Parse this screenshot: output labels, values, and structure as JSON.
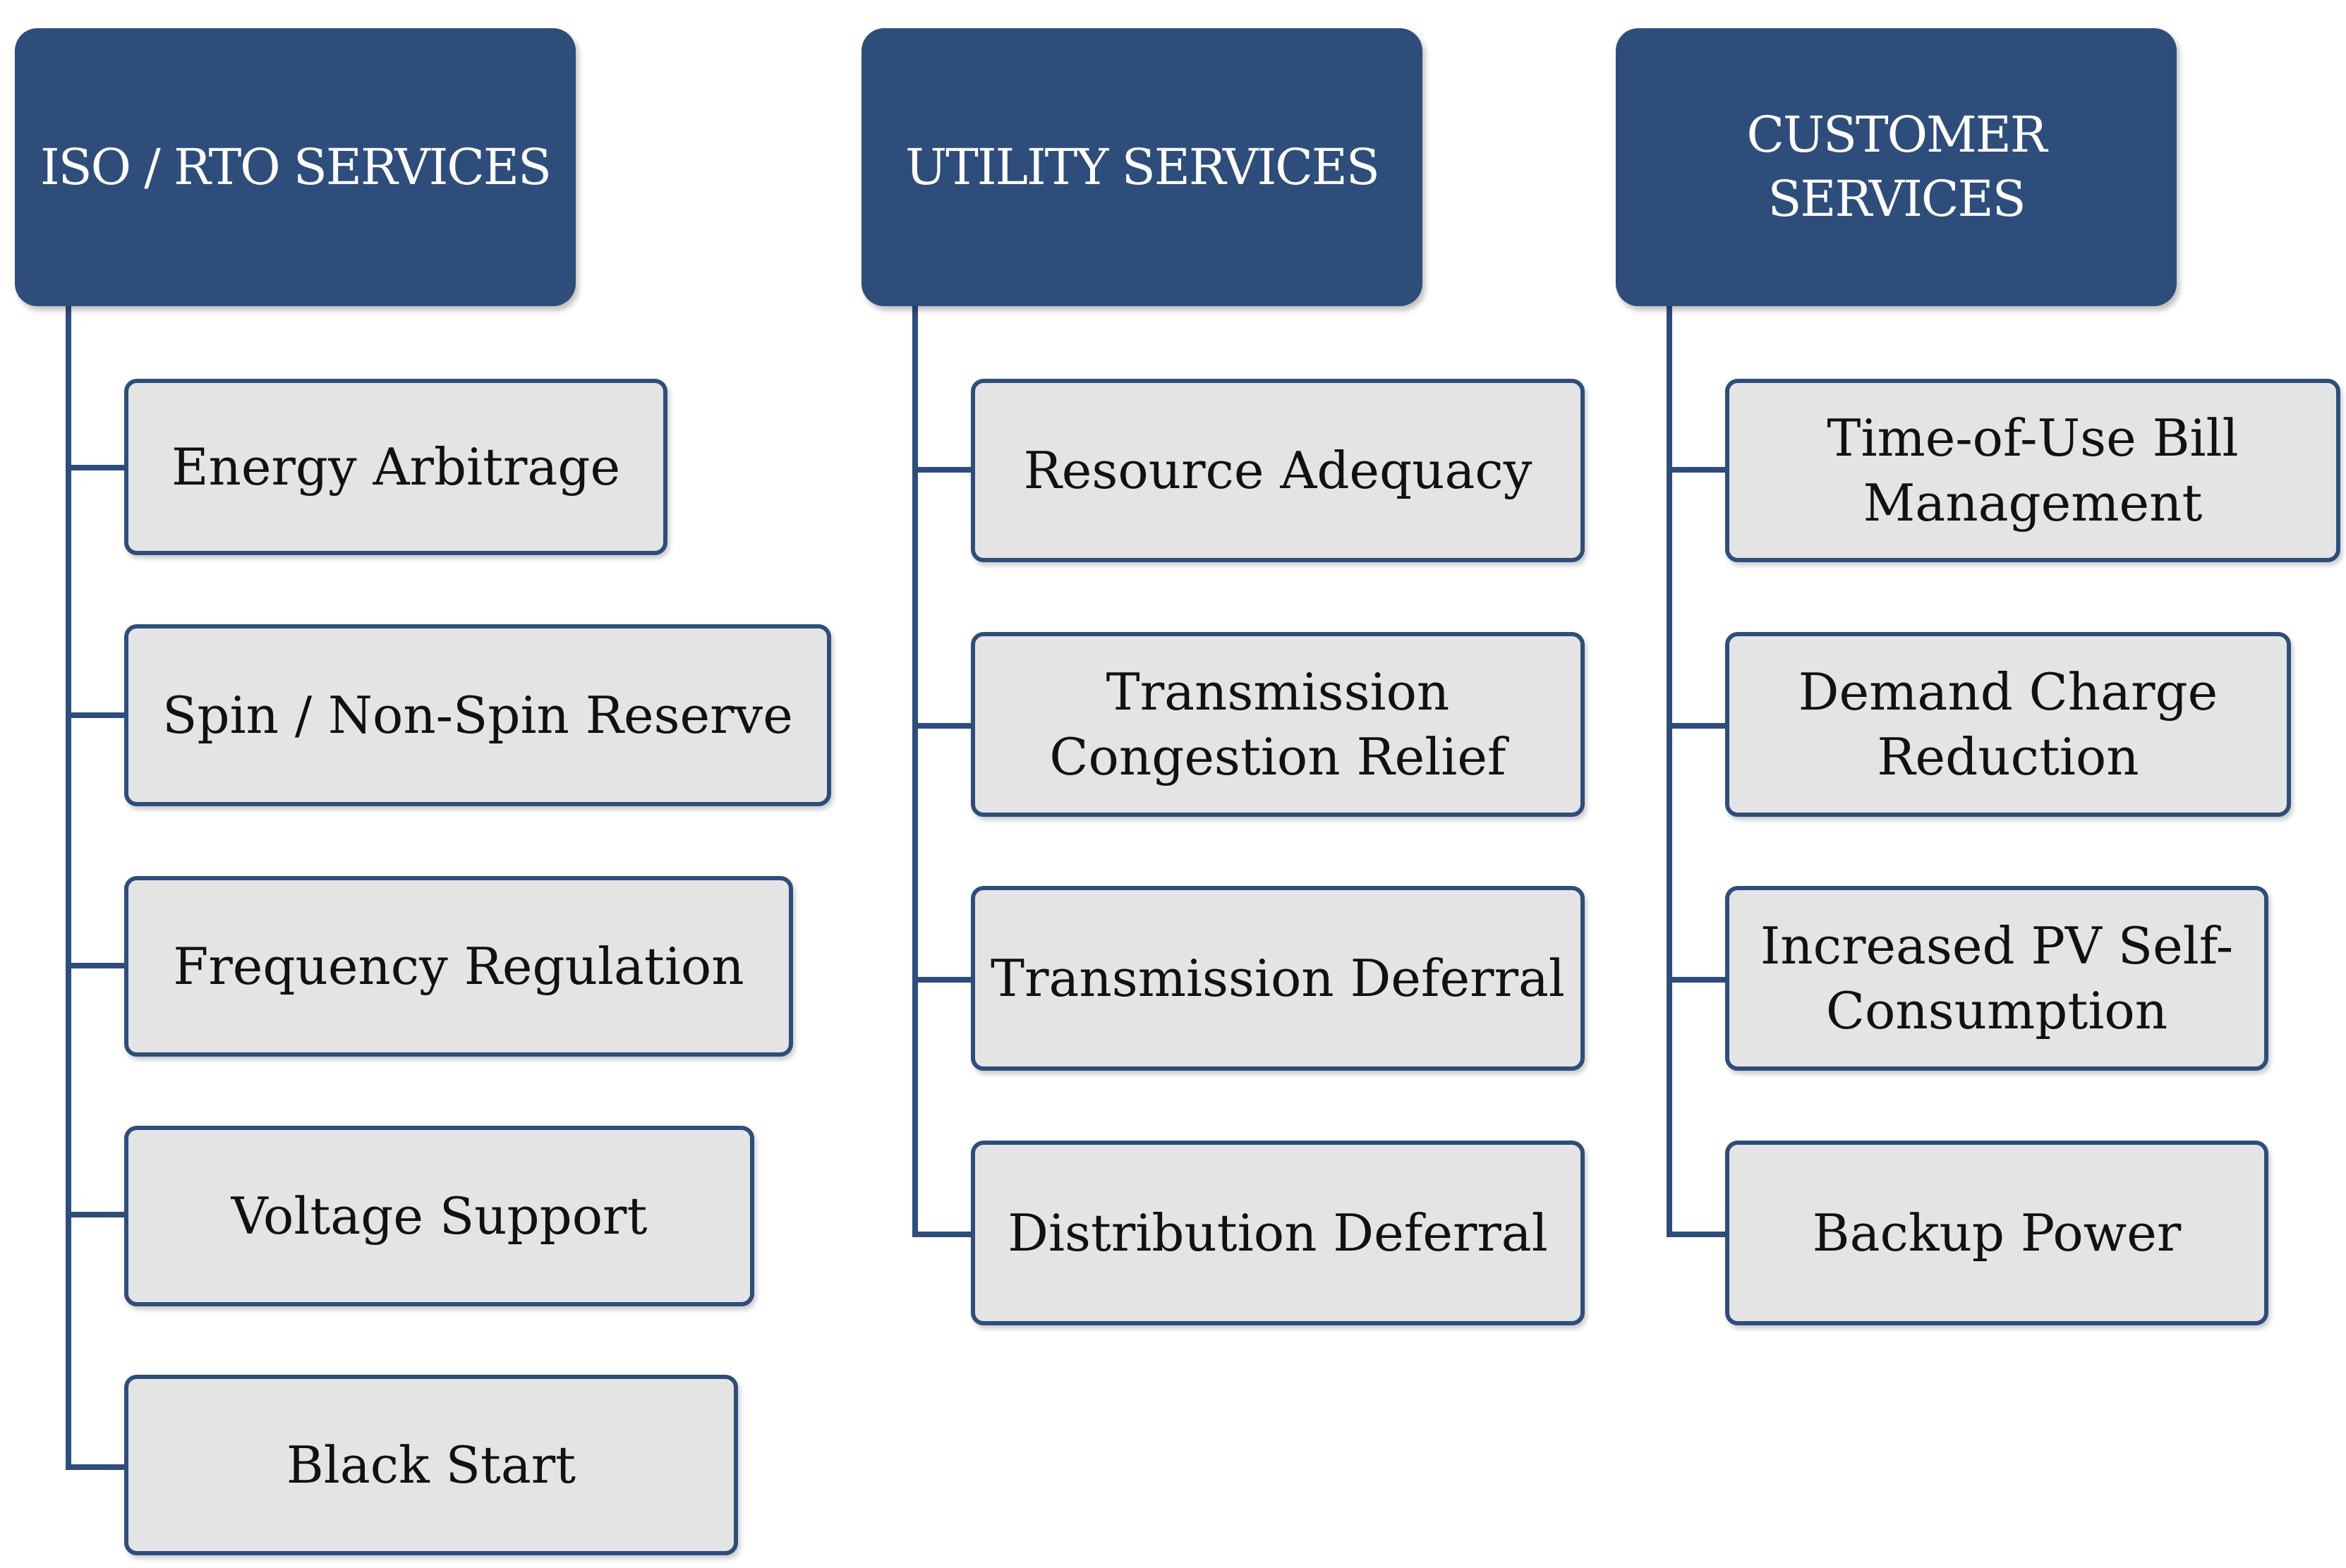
{
  "colors": {
    "header_fill": "#2e4d7b",
    "card_fill": "#e4e4e4",
    "card_border": "#2e4d7b",
    "connector": "#2e4d7b"
  },
  "columns": [
    {
      "header": "ISO / RTO SERVICES",
      "items": [
        "Energy Arbitrage",
        "Spin / Non-Spin Reserve",
        "Frequency Regulation",
        "Voltage Support",
        "Black Start"
      ]
    },
    {
      "header": "UTILITY SERVICES",
      "items": [
        "Resource Adequacy",
        "Transmission\nCongestion Relief",
        "Transmission Deferral",
        "Distribution Deferral"
      ]
    },
    {
      "header": "CUSTOMER\nSERVICES",
      "items": [
        "Time-of-Use Bill\nManagement",
        "Demand Charge\nReduction",
        "Increased PV Self-\nConsumption",
        "Backup Power"
      ]
    }
  ]
}
